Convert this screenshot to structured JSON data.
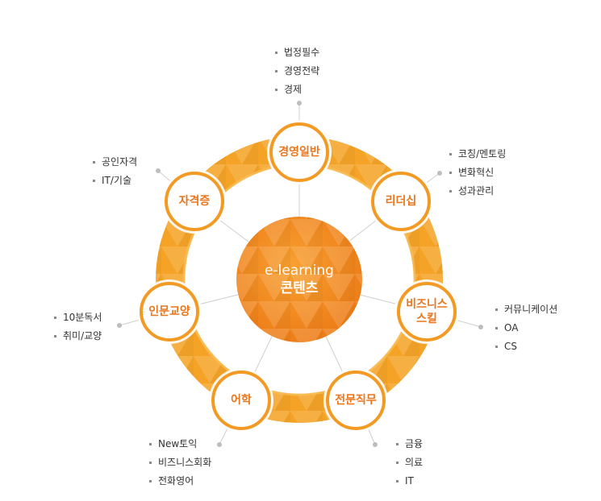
{
  "colors": {
    "ring": "#f5a327",
    "ring_light": "#fbc15a",
    "node_border": "#f39a24",
    "node_text": "#e9761c",
    "center_inner": "#f7931e",
    "center_outer": "#ee7d18",
    "connector": "#cfcfcf",
    "dot": "#bdbdbd"
  },
  "center": {
    "line1": "e-learning",
    "line2": "콘텐츠"
  },
  "nodes": [
    {
      "label": "경영일반",
      "items": [
        "법정필수",
        "경영전략",
        "경제"
      ]
    },
    {
      "label": "리더십",
      "items": [
        "코칭/멘토링",
        "변화혁신",
        "성과관리"
      ]
    },
    {
      "label": "비즈니스\n스킬",
      "items": [
        "커뮤니케이션",
        "OA",
        "CS"
      ]
    },
    {
      "label": "전문직무",
      "items": [
        "금융",
        "의료",
        "IT"
      ]
    },
    {
      "label": "어학",
      "items": [
        "New토익",
        "비즈니스회화",
        "전화영어"
      ]
    },
    {
      "label": "인문교양",
      "items": [
        "10분독서",
        "취미/교양"
      ]
    },
    {
      "label": "자격증",
      "items": [
        "공인자격",
        "IT/기술"
      ]
    }
  ]
}
